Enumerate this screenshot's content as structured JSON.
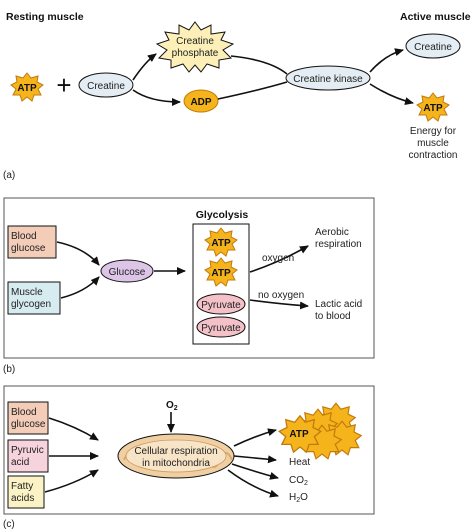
{
  "panel_a": {
    "resting_label": "Resting muscle",
    "active_label": "Active muscle",
    "atp": "ATP",
    "plus": "+",
    "creatine": "Creatine",
    "creatine_phosphate": [
      "Creatine",
      "phosphate"
    ],
    "adp": "ADP",
    "creatine_kinase": "Creatine kinase",
    "creatine_out": "Creatine",
    "atp_out": "ATP",
    "energy": [
      "Energy for",
      "muscle",
      "contraction"
    ],
    "panel_label": "(a)"
  },
  "panel_b": {
    "blood_glucose": [
      "Blood",
      "glucose"
    ],
    "muscle_glycogen": [
      "Muscle",
      "glycogen"
    ],
    "glucose": "Glucose",
    "glycolysis_title": "Glycolysis",
    "atp1": "ATP",
    "atp2": "ATP",
    "pyruvate1": "Pyruvate",
    "pyruvate2": "Pyruvate",
    "oxygen": "oxygen",
    "no_oxygen": "no oxygen",
    "aerobic": [
      "Aerobic",
      "respiration"
    ],
    "lactic": [
      "Lactic acid",
      "to blood"
    ],
    "panel_label": "(b)"
  },
  "panel_c": {
    "blood_glucose": [
      "Blood",
      "glucose"
    ],
    "pyruvic_acid": [
      "Pyruvic",
      "acid"
    ],
    "fatty_acids": [
      "Fatty",
      "acids"
    ],
    "o2": "O",
    "o2_sub": "2",
    "cellular": [
      "Cellular respiration",
      "in mitochondria"
    ],
    "atp": "ATP",
    "heat": "Heat",
    "co2": "CO",
    "co2_sub": "2",
    "h2o_a": "H",
    "h2o_sub": "2",
    "h2o_b": "O",
    "panel_label": "(c)"
  },
  "colors": {
    "atp_fill": "#f5b41c",
    "atp_stroke": "#c27a0c",
    "creatine_fill": "#e3edf3",
    "creatine_phosphate_fill": "#fcf0b8",
    "glucose_fill": "#dcc5e6",
    "pyruvate_fill": "#f4c1c9",
    "blood_glucose_fill": "#f3cdb8",
    "muscle_glycogen_fill": "#d7ecf1",
    "pyruvic_fill": "#f7d3dd",
    "fatty_fill": "#fbf2c6",
    "mito_fill": "#f0cfa3",
    "mito_inner": "#f9e8cc"
  }
}
